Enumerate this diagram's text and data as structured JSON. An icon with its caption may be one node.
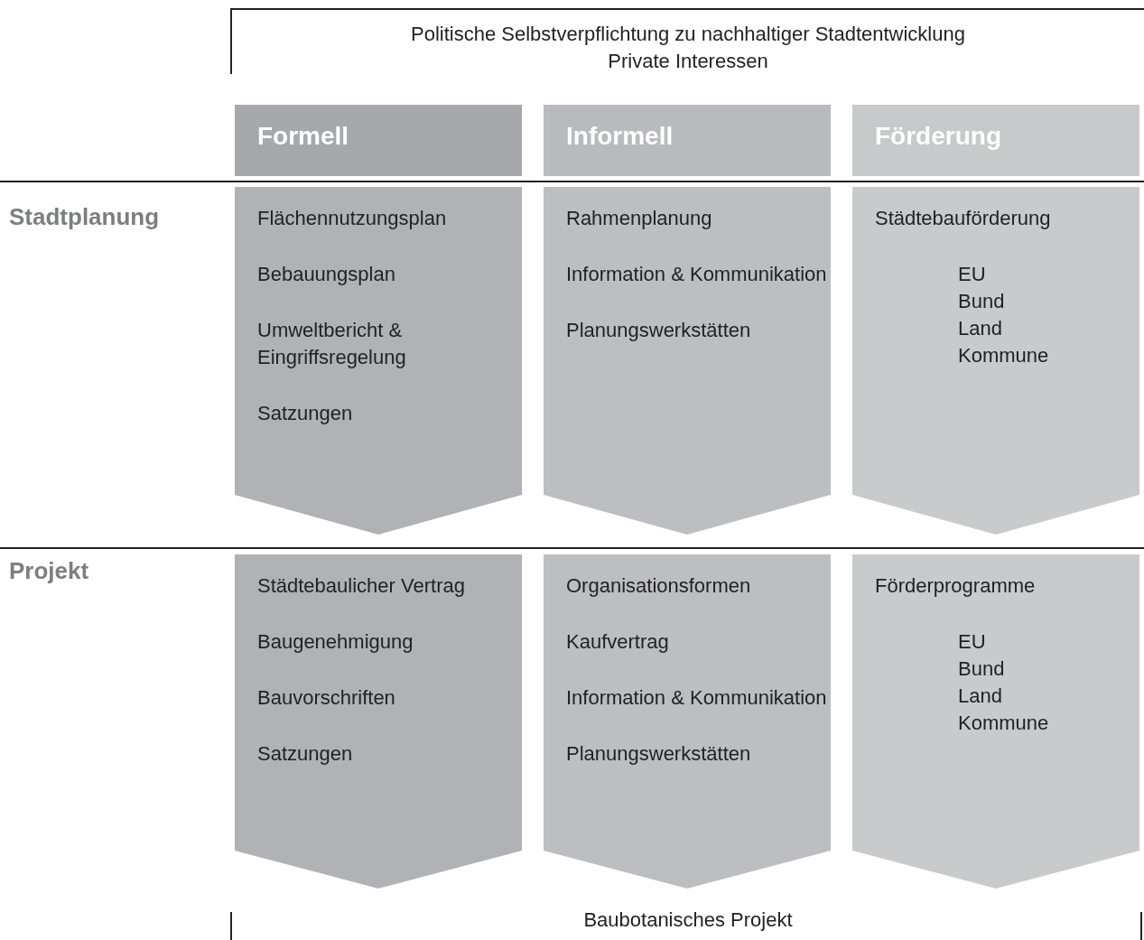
{
  "diagram": {
    "nodes": [
      {
        "text": [
          "Politische Selbstverpflichtung zu nachhaltiger Stadtentwicklung",
          "Private Interessen"
        ]
      },
      {
        "text": [
          "Formell"
        ]
      },
      {
        "text": [
          "Informell"
        ]
      },
      {
        "text": [
          "Förderung"
        ]
      },
      {
        "text": [
          "Flächennutzungsplan",
          "Bebauungsplan",
          "Umweltbericht & Eingriffsregelung",
          "Satzungen"
        ]
      },
      {
        "text": [
          "Rahmenplanung",
          "Information & Kommunikation",
          "Planungswerkstätten"
        ]
      },
      {
        "text": [
          "Städtebauförderung",
          "EU",
          "Bund",
          "Land",
          "Kommune"
        ]
      },
      {
        "text": [
          "Städtebaulicher Vertrag",
          "Baugenehmigung",
          "Bauvorschriften",
          "Satzungen"
        ]
      },
      {
        "text": [
          "Organisationsformen",
          "Kaufvertrag",
          "Information & Kommunikation",
          "Planungswerkstätten"
        ]
      },
      {
        "text": [
          "Förderprogramme",
          "EU",
          "Bund",
          "Land",
          "Kommune"
        ]
      },
      {
        "text": [
          "Baubotanisches Projekt"
        ]
      }
    ],
    "labels": [
      "Stadtplanung",
      "Projekt"
    ]
  }
}
